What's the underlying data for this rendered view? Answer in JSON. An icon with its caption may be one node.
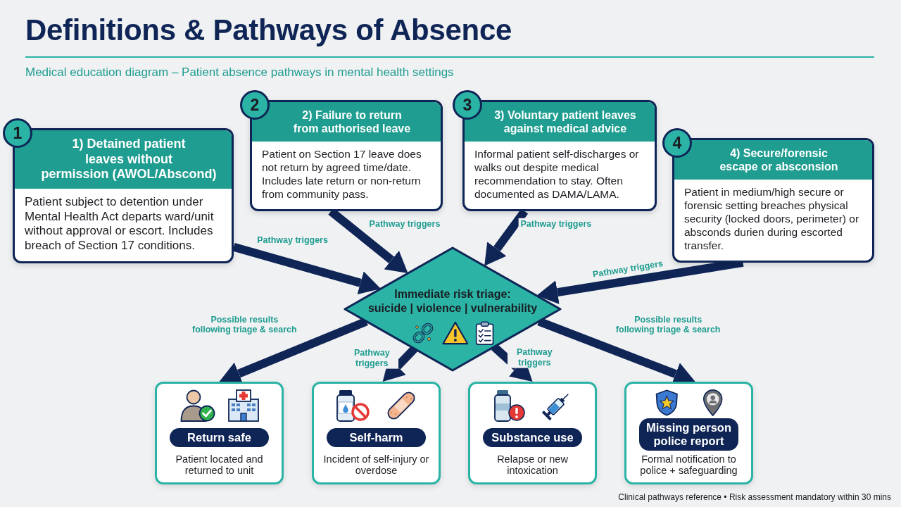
{
  "diagram": {
    "title": "Definitions & Pathways of Absence",
    "nodes": [
      {
        "text": [
          "1",
          "1) Detained patient leaves without permission (AWOL/Abscond)",
          "Patient subject to detention under Mental Health Act departs ward/unit without approval or escort. Includes breach of Section 17 conditions."
        ]
      },
      {
        "text": [
          "2",
          "2) Failure to return from authorised leave",
          "Patient on Section 17 leave does not return by agreed time/date. Includes late return or non-return from community pass."
        ]
      },
      {
        "text": [
          "3",
          "3) Voluntary patient leaves against medical advice",
          "Informal patient self-discharges or walks out despite medical recommendation to stay. Often documented as DAMA/LAMA."
        ]
      },
      {
        "text": [
          "4",
          "4) Secure/forensic escape or absconsion",
          "Patient in medium/high secure or forensic setting breaches physical security (locked doors, perimeter) or absconds durien during escorted transfer."
        ]
      },
      {
        "text": [
          "Immediate risk triage:",
          "suicide | violence | vulnerability"
        ]
      },
      {
        "text": [
          "Return safe",
          "Patient located and returned to unit"
        ]
      },
      {
        "text": [
          "Self-harm",
          "Incident of self-injury or overdose"
        ]
      },
      {
        "text": [
          "Substance use",
          "Relapse or new intoxication"
        ]
      },
      {
        "text": [
          "Missing person police report",
          "Formal notification to police + safeguarding"
        ]
      }
    ],
    "edges": [
      {
        "from": 0,
        "to": 4,
        "arrow": "to",
        "label": "Pathway triggers"
      },
      {
        "from": 1,
        "to": 4,
        "arrow": "to",
        "label": "Pathway triggers"
      },
      {
        "from": 2,
        "to": 4,
        "arrow": "to",
        "label": "Pathway triggers"
      },
      {
        "from": 3,
        "to": 4,
        "arrow": "to",
        "label": "Pathway triggers"
      },
      {
        "from": 4,
        "to": 5,
        "arrow": "to",
        "label": "Possible results following triage & search"
      },
      {
        "from": 4,
        "to": 6,
        "arrow": "to",
        "label": "Pathway triggers"
      },
      {
        "from": 4,
        "to": 7,
        "arrow": "to",
        "label": "Pathway triggers"
      },
      {
        "from": 4,
        "to": 8,
        "arrow": "to",
        "label": "Possible results following triage & search"
      }
    ],
    "labels": [
      "Medical education diagram – Patient absence pathways in mental health settings",
      "Clinical pathways reference • Risk assessment mandatory within 30 mins"
    ]
  }
}
